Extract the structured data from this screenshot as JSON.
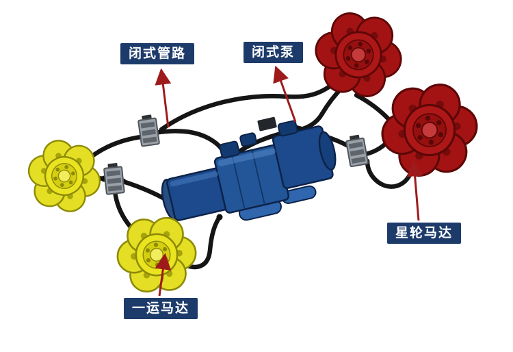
{
  "diagram": {
    "labels": [
      {
        "id": "closed-circuit-piping",
        "text": "闭式管路"
      },
      {
        "id": "closed-pump",
        "text": "闭式泵"
      },
      {
        "id": "star-wheel-motor",
        "text": "星轮马达"
      },
      {
        "id": "first-conveyor-motor",
        "text": "一运马达"
      }
    ],
    "components": [
      {
        "id": "star-wheel-motors",
        "count": 2,
        "color": "#a31313"
      },
      {
        "id": "first-conveyor-motors",
        "count": 2,
        "color": "#e4df25"
      },
      {
        "id": "closed-pump-assembly",
        "count": 1,
        "color": "#1f4f93"
      },
      {
        "id": "closed-circuit-hoses",
        "count": 1,
        "color": "#151515"
      },
      {
        "id": "valve-blocks",
        "count": 3,
        "color": "#9aa1a8"
      }
    ],
    "colors": {
      "background": "#ffffff",
      "label_background": "#1d3b6a",
      "label_text": "#ffffff",
      "arrow": "#9e1b1b",
      "motor_red": "#a31313",
      "motor_yellow": "#e4df25",
      "pump_blue": "#1f4f93",
      "pipe_black": "#151515",
      "valve_gray": "#9aa1a8"
    }
  }
}
